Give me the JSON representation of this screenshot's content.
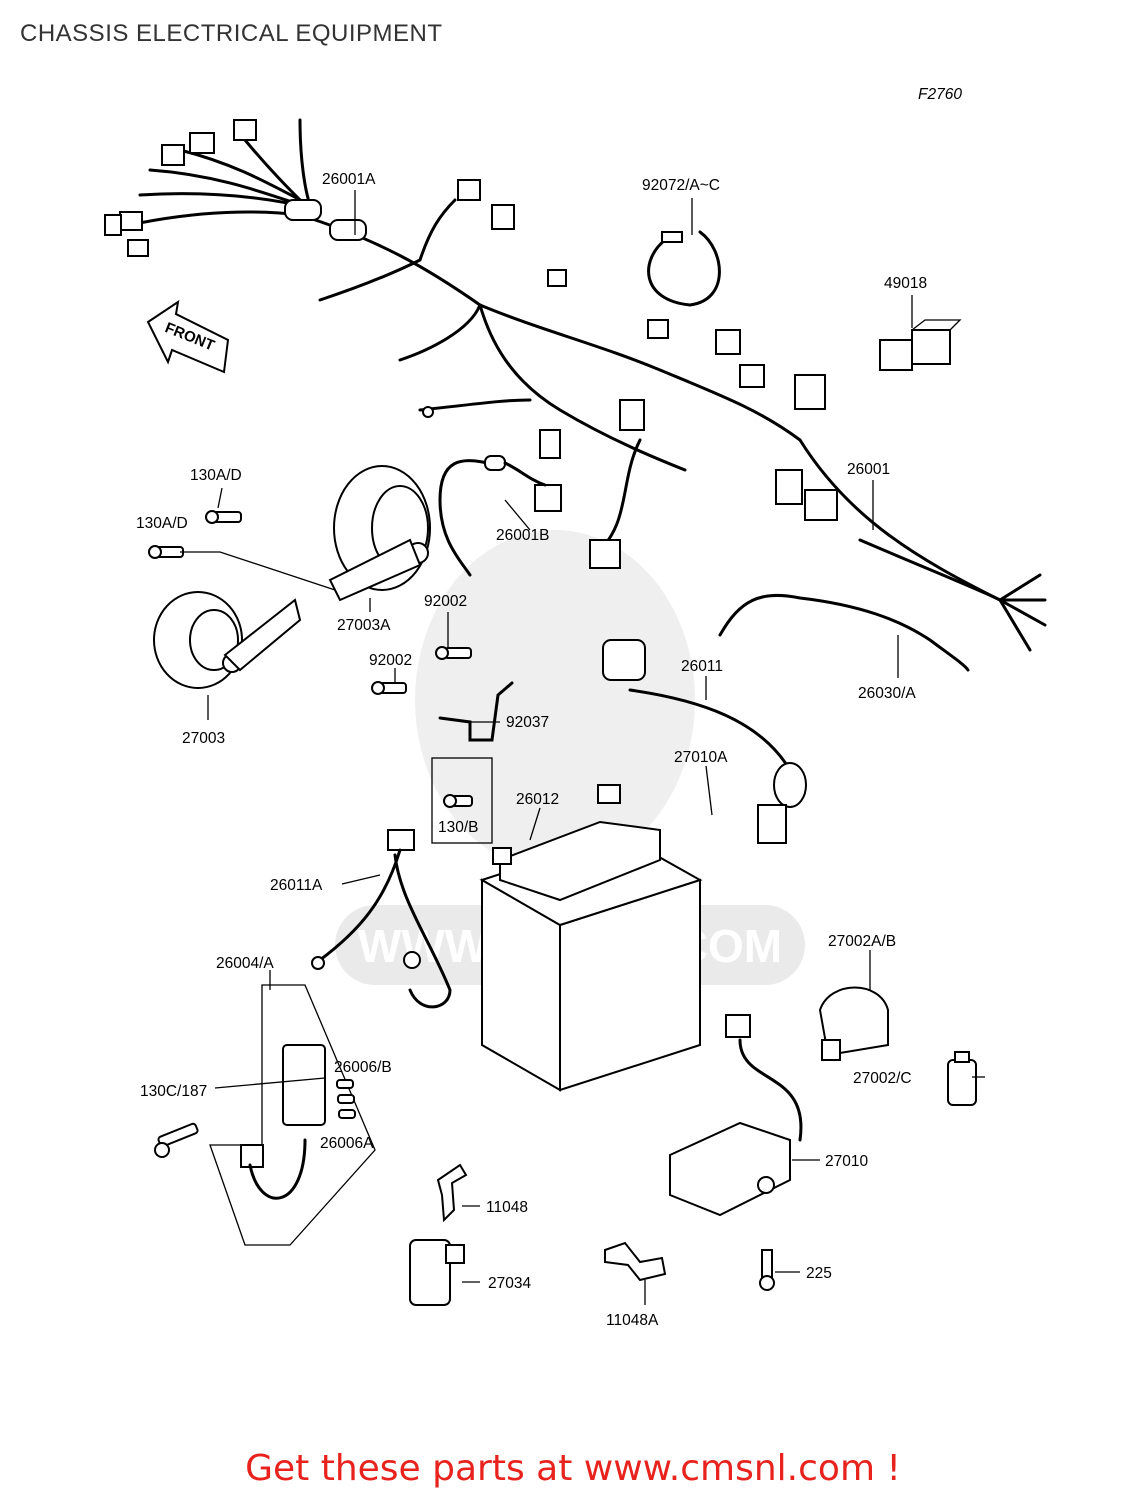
{
  "page": {
    "title": "CHASSIS ELECTRICAL EQUIPMENT",
    "figure_code": "F2760",
    "footer_link": "Get these parts at www.cmsnl.com !",
    "watermark": "WWW.CMSNL.COM"
  },
  "colors": {
    "footer_link": "#e8221c",
    "title": "#333333",
    "watermark": "#dcdcdc"
  },
  "front_arrow": "FRONT",
  "parts": {
    "p26001A": "26001A",
    "p92072": "92072/A~C",
    "p49018": "49018",
    "p26001": "26001",
    "p26001B": "26001B",
    "p130AD_1": "130A/D",
    "p130AD_2": "130A/D",
    "p27003A": "27003A",
    "p27003": "27003",
    "p92002_1": "92002",
    "p92002_2": "92002",
    "p92037": "92037",
    "p26011": "26011",
    "p26030A": "26030/A",
    "p27010A": "27010A",
    "p130B": "130/B",
    "p26012": "26012",
    "p26011A": "26011A",
    "p26004A": "26004/A",
    "p26006B": "26006/B",
    "p130C187": "130C/187",
    "p26006A": "26006A",
    "p27002AB": "27002A/B",
    "p27002C": "27002/C",
    "p27010": "27010",
    "p11048": "11048",
    "p27034": "27034",
    "p11048A": "11048A",
    "p225": "225"
  }
}
